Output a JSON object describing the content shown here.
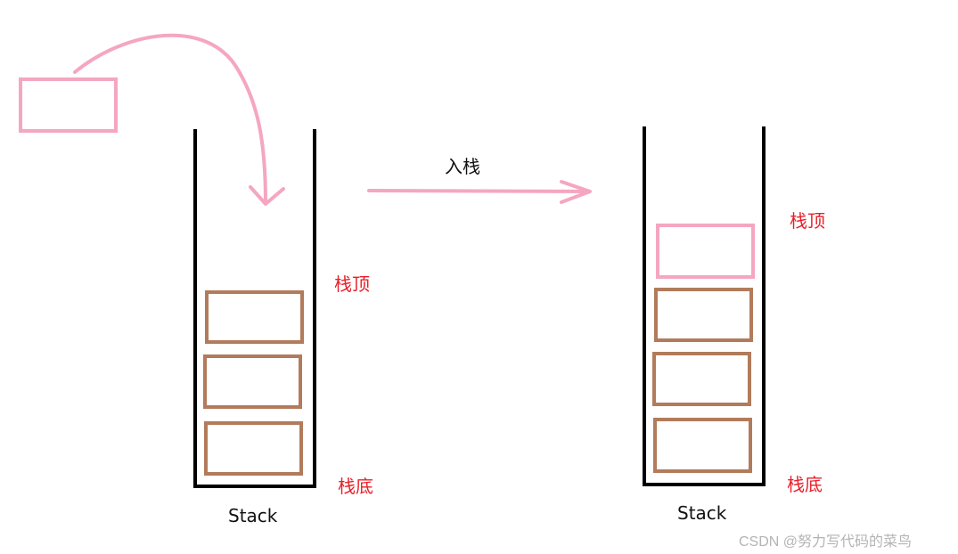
{
  "colors": {
    "pink": "#f5a6c0",
    "brown": "#b27b5b",
    "stack_wall": "#000000",
    "label_red": "#e8202a",
    "watermark": "#b4b4b4"
  },
  "left_stack": {
    "name": "Stack",
    "top_label": "栈顶",
    "bottom_label": "栈底",
    "element_count": 3
  },
  "push_arrow": {
    "label": "入栈"
  },
  "right_stack": {
    "name": "Stack",
    "top_label": "栈顶",
    "bottom_label": "栈底",
    "element_count": 4
  },
  "watermark": "CSDN @努力写代码的菜鸟"
}
